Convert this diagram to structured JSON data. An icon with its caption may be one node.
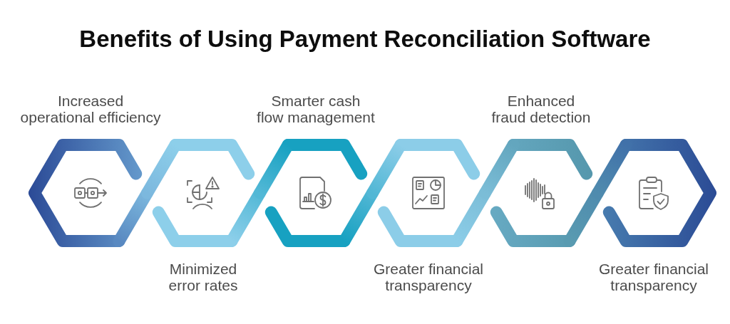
{
  "diagram": {
    "title": "Benefits of Using Payment Reconciliation Software",
    "nodes": [
      {
        "text": [
          "Increased operational efficiency"
        ]
      },
      {
        "text": [
          "Minimized error rates"
        ]
      },
      {
        "text": [
          "Smarter cash flow management"
        ]
      },
      {
        "text": [
          "Greater financial transparency"
        ]
      },
      {
        "text": [
          "Enhanced fraud detection"
        ]
      },
      {
        "text": [
          "Greater financial transparency"
        ]
      }
    ]
  }
}
